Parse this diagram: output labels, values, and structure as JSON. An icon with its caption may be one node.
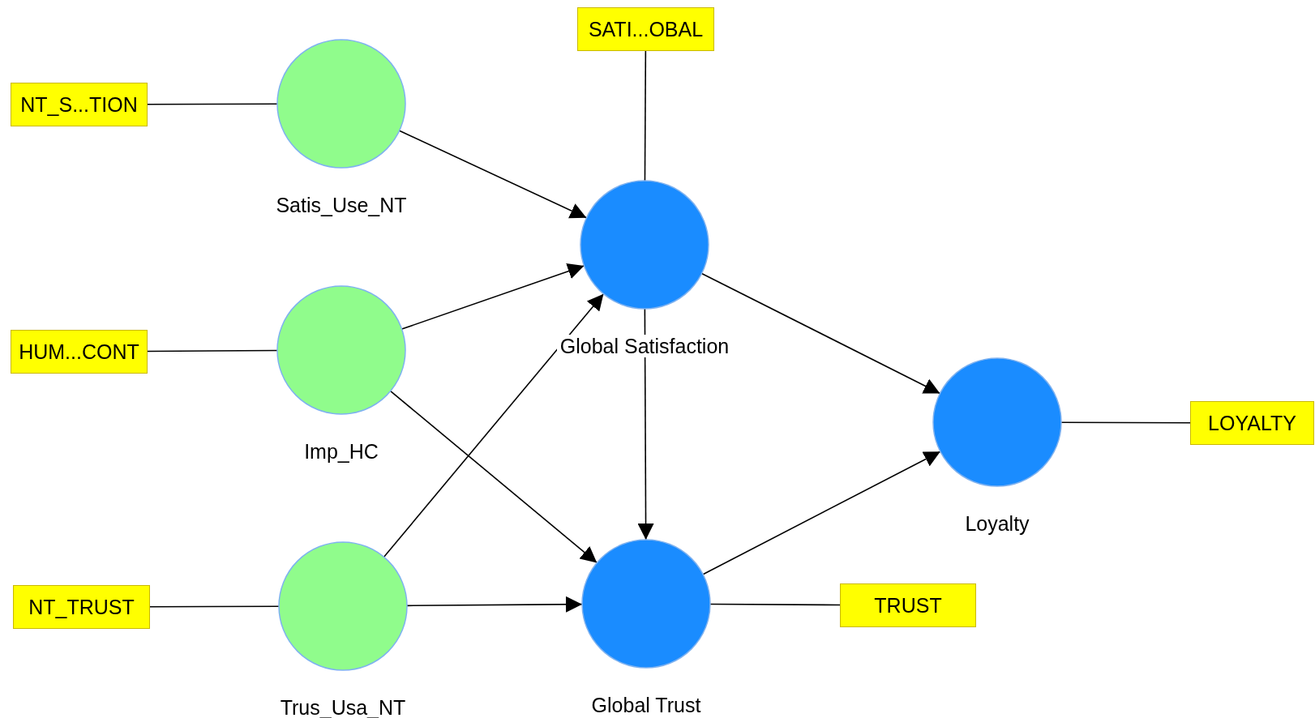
{
  "diagram": {
    "nodes": [
      {
        "text": [
          "SATI...OBAL"
        ]
      },
      {
        "text": [
          "NT_S...TION"
        ]
      },
      {
        "text": [
          "Satis_Use_NT"
        ]
      },
      {
        "text": [
          "Global Satisfaction"
        ]
      },
      {
        "text": [
          "HUM...CONT"
        ]
      },
      {
        "text": [
          "Imp_HC"
        ]
      },
      {
        "text": [
          "Loyalty"
        ]
      },
      {
        "text": [
          "LOYALTY"
        ]
      },
      {
        "text": [
          "NT_TRUST"
        ]
      },
      {
        "text": [
          "Trus_Usa_NT"
        ]
      },
      {
        "text": [
          "Global Trust"
        ]
      },
      {
        "text": [
          "TRUST"
        ]
      }
    ],
    "edges": [
      {
        "from": 1,
        "to": 2,
        "arrow": "none"
      },
      {
        "from": 4,
        "to": 5,
        "arrow": "none"
      },
      {
        "from": 8,
        "to": 9,
        "arrow": "none"
      },
      {
        "from": 0,
        "to": 3,
        "arrow": "none"
      },
      {
        "from": 10,
        "to": 11,
        "arrow": "none"
      },
      {
        "from": 6,
        "to": 7,
        "arrow": "none"
      },
      {
        "from": 2,
        "to": 3,
        "arrow": "to"
      },
      {
        "from": 5,
        "to": 3,
        "arrow": "to"
      },
      {
        "from": 9,
        "to": 3,
        "arrow": "to"
      },
      {
        "from": 5,
        "to": 10,
        "arrow": "to"
      },
      {
        "from": 9,
        "to": 10,
        "arrow": "to"
      },
      {
        "from": 3,
        "to": 10,
        "arrow": "to"
      },
      {
        "from": 3,
        "to": 6,
        "arrow": "to"
      },
      {
        "from": 10,
        "to": 6,
        "arrow": "to"
      }
    ]
  }
}
